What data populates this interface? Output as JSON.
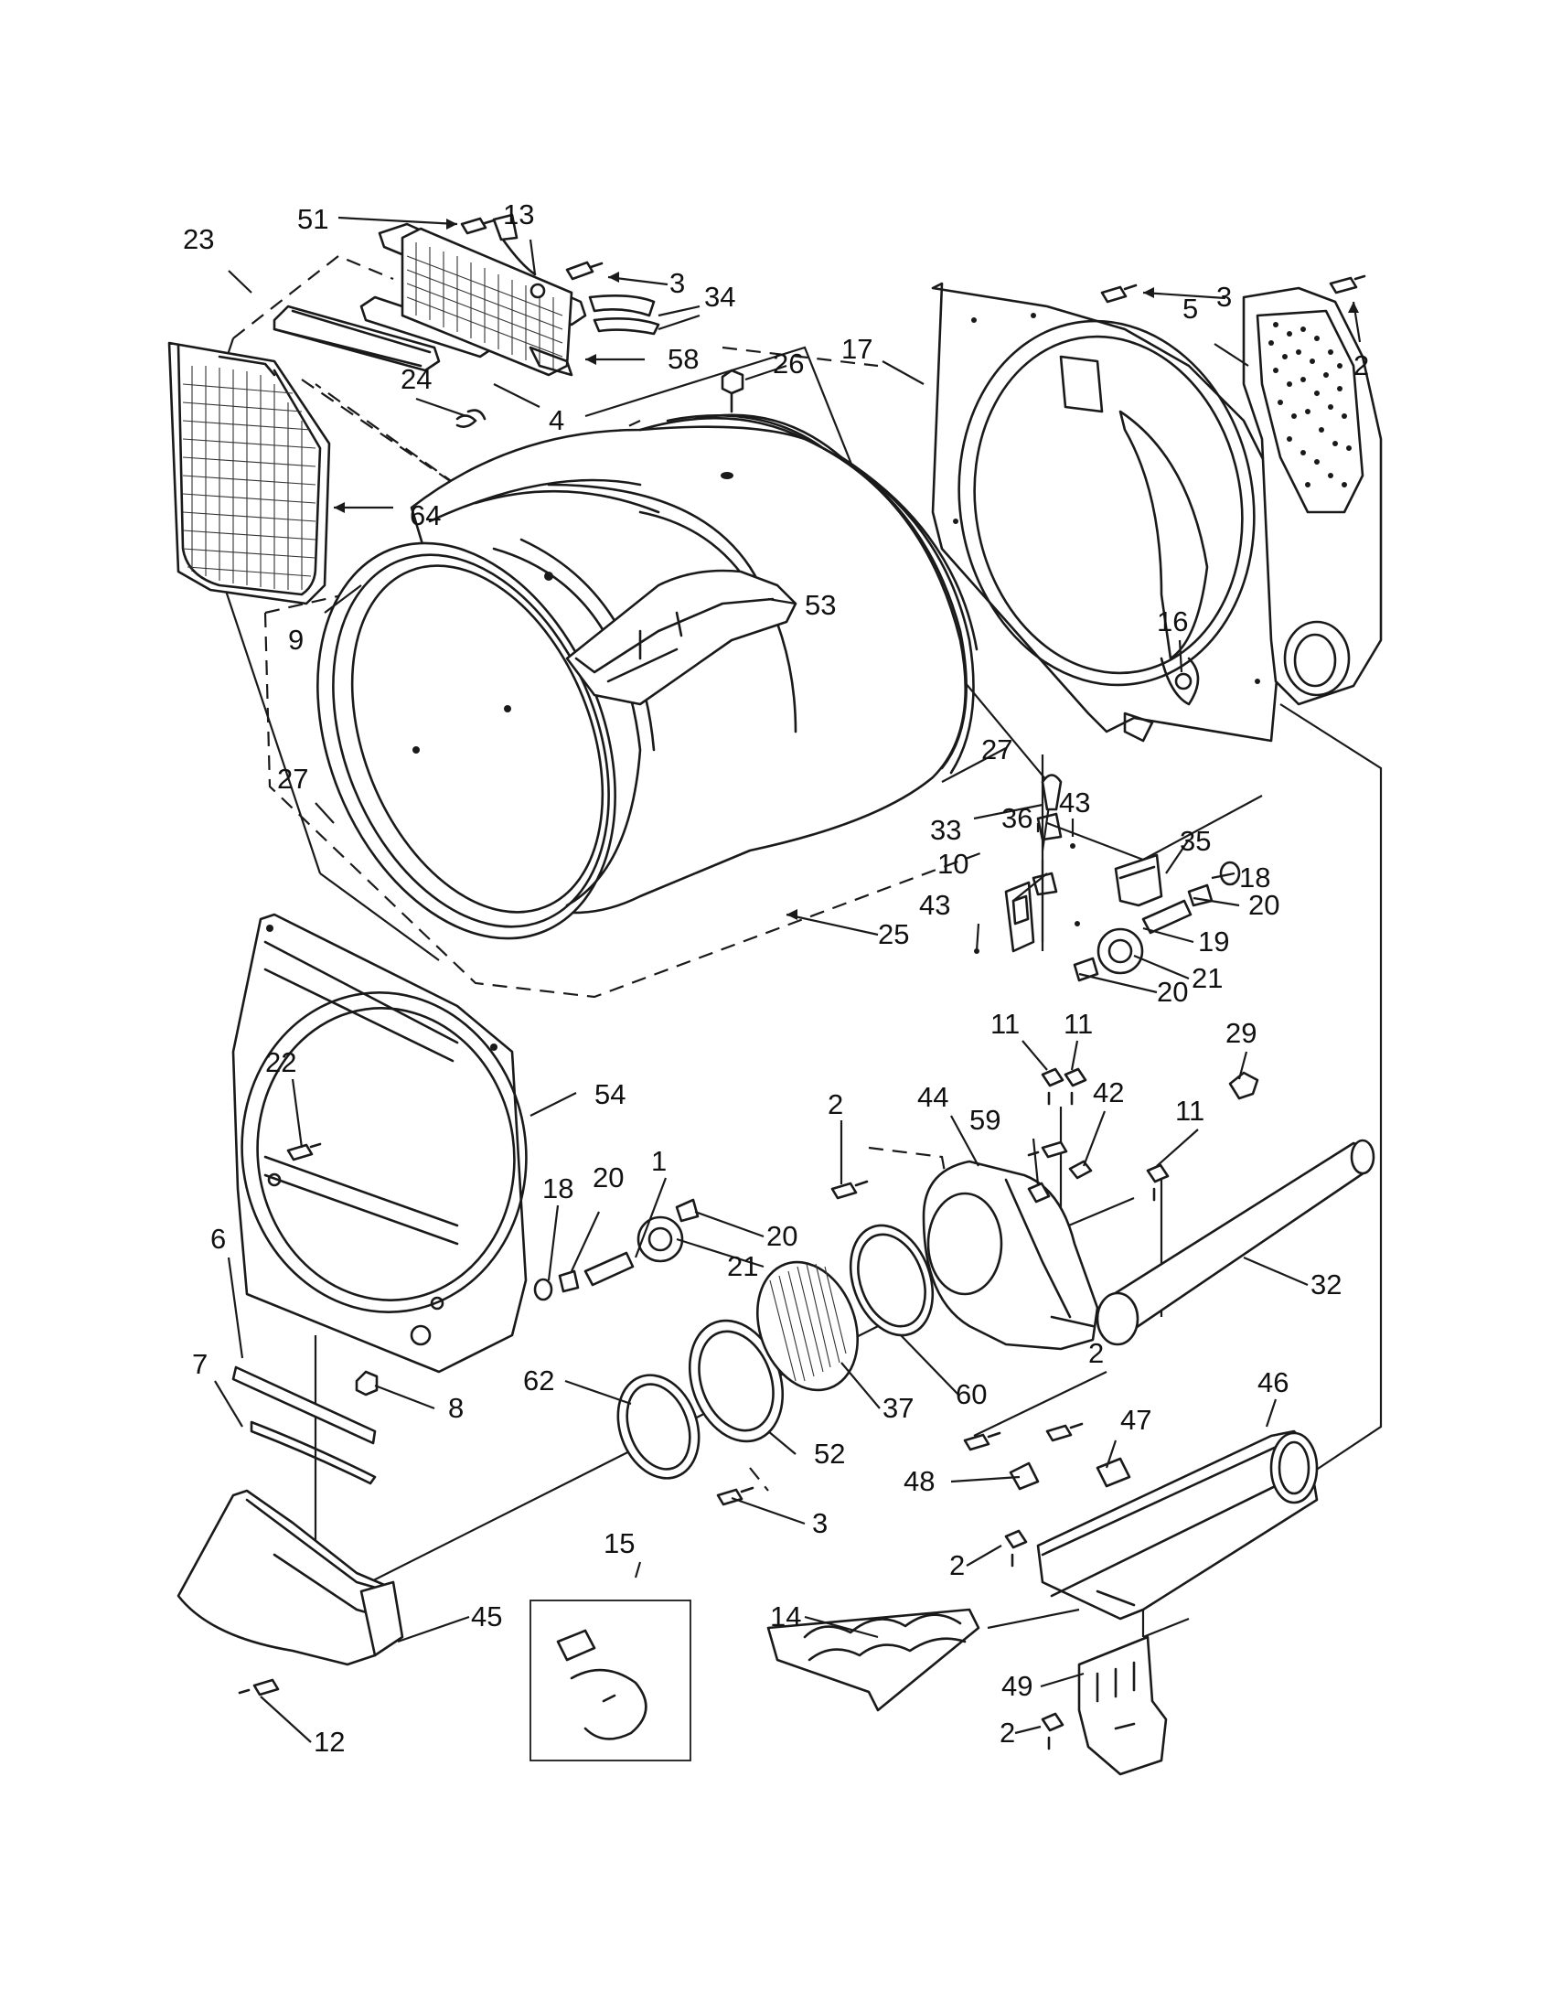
{
  "diagram": {
    "callouts": [
      {
        "id": "c51",
        "text": "51"
      },
      {
        "id": "c13",
        "text": "13"
      },
      {
        "id": "c23",
        "text": "23"
      },
      {
        "id": "c3a",
        "text": "3"
      },
      {
        "id": "c34",
        "text": "34"
      },
      {
        "id": "c58",
        "text": "58"
      },
      {
        "id": "c4",
        "text": "4"
      },
      {
        "id": "c24",
        "text": "24"
      },
      {
        "id": "c64",
        "text": "64"
      },
      {
        "id": "c26",
        "text": "26"
      },
      {
        "id": "c17",
        "text": "17"
      },
      {
        "id": "c3b",
        "text": "3"
      },
      {
        "id": "c5",
        "text": "5"
      },
      {
        "id": "c2a",
        "text": "2"
      },
      {
        "id": "c9",
        "text": "9"
      },
      {
        "id": "c53",
        "text": "53"
      },
      {
        "id": "c16",
        "text": "16"
      },
      {
        "id": "c27a",
        "text": "27"
      },
      {
        "id": "c27b",
        "text": "27"
      },
      {
        "id": "c33",
        "text": "33"
      },
      {
        "id": "c36",
        "text": "36"
      },
      {
        "id": "c43a",
        "text": "43"
      },
      {
        "id": "c35",
        "text": "35"
      },
      {
        "id": "c18a",
        "text": "18"
      },
      {
        "id": "c10",
        "text": "10"
      },
      {
        "id": "c20a",
        "text": "20"
      },
      {
        "id": "c43b",
        "text": "43"
      },
      {
        "id": "c25",
        "text": "25"
      },
      {
        "id": "c19",
        "text": "19"
      },
      {
        "id": "c21a",
        "text": "21"
      },
      {
        "id": "c20b",
        "text": "20"
      },
      {
        "id": "c11a",
        "text": "11"
      },
      {
        "id": "c11b",
        "text": "11"
      },
      {
        "id": "c29",
        "text": "29"
      },
      {
        "id": "c22",
        "text": "22"
      },
      {
        "id": "c54",
        "text": "54"
      },
      {
        "id": "c44",
        "text": "44"
      },
      {
        "id": "c42",
        "text": "42"
      },
      {
        "id": "c2b",
        "text": "2"
      },
      {
        "id": "c59",
        "text": "59"
      },
      {
        "id": "c11c",
        "text": "11"
      },
      {
        "id": "c1",
        "text": "1"
      },
      {
        "id": "c18b",
        "text": "18"
      },
      {
        "id": "c20c",
        "text": "20"
      },
      {
        "id": "c20d",
        "text": "20"
      },
      {
        "id": "c6",
        "text": "6"
      },
      {
        "id": "c21b",
        "text": "21"
      },
      {
        "id": "c32",
        "text": "32"
      },
      {
        "id": "c7",
        "text": "7"
      },
      {
        "id": "c62",
        "text": "62"
      },
      {
        "id": "c60",
        "text": "60"
      },
      {
        "id": "c2c",
        "text": "2"
      },
      {
        "id": "c46",
        "text": "46"
      },
      {
        "id": "c8",
        "text": "8"
      },
      {
        "id": "c37",
        "text": "37"
      },
      {
        "id": "c47",
        "text": "47"
      },
      {
        "id": "c52",
        "text": "52"
      },
      {
        "id": "c48",
        "text": "48"
      },
      {
        "id": "c3c",
        "text": "3"
      },
      {
        "id": "c15",
        "text": "15"
      },
      {
        "id": "c2d",
        "text": "2"
      },
      {
        "id": "c45",
        "text": "45"
      },
      {
        "id": "c14",
        "text": "14"
      },
      {
        "id": "c49",
        "text": "49"
      },
      {
        "id": "c12",
        "text": "12"
      },
      {
        "id": "c2e",
        "text": "2"
      }
    ]
  }
}
